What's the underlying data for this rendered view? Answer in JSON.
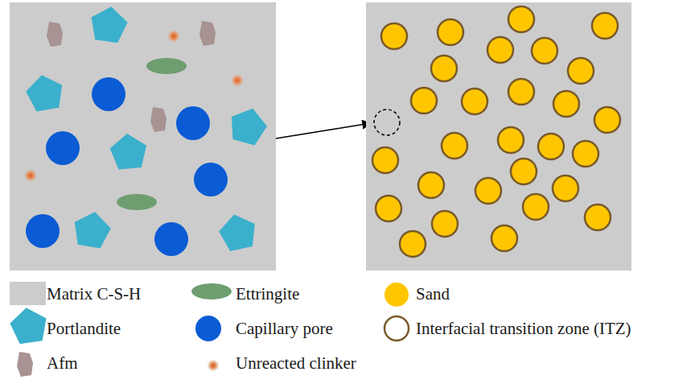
{
  "diagram": {
    "legend": [
      {
        "text": "Matrix C-S-H",
        "color": "#cccccc"
      },
      {
        "text": "Ettringite"
      },
      {
        "text": "Sand"
      },
      {
        "text": "Portlandite"
      },
      {
        "text": "Capillary pore"
      },
      {
        "text": "Interfacial transition zone (ITZ)"
      },
      {
        "text": "Afm"
      },
      {
        "text": "Unreacted clinker"
      }
    ]
  }
}
